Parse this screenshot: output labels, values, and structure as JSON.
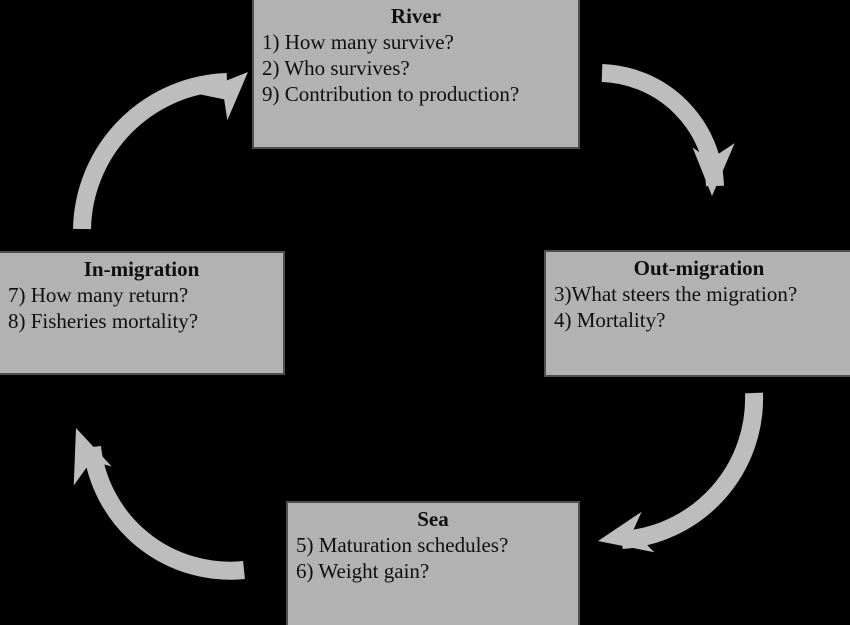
{
  "colors": {
    "background": "#000000",
    "box_fill": "#b2b2b2",
    "box_border": "#4f4f4f",
    "arrow_fill": "#bdbdbd",
    "text": "#0f0f0f"
  },
  "boxes": {
    "river": {
      "title": "River",
      "items": [
        "1) How many survive?",
        "2) Who survives?",
        "9) Contribution to production?"
      ]
    },
    "out_migration": {
      "title": "Out-migration",
      "items": [
        "3)What steers the migration?",
        "4) Mortality?"
      ]
    },
    "sea": {
      "title": "Sea",
      "items": [
        "5) Maturation schedules?",
        "6) Weight gain?"
      ]
    },
    "in_migration": {
      "title": "In-migration",
      "items": [
        "7) How many return?",
        "8) Fisheries mortality?"
      ]
    }
  },
  "arrows": {
    "top_left": "in-migration-to-river-arrow",
    "top_right": "river-to-out-migration-arrow",
    "bottom_right": "out-migration-to-sea-arrow",
    "bottom_left": "sea-to-in-migration-arrow"
  }
}
